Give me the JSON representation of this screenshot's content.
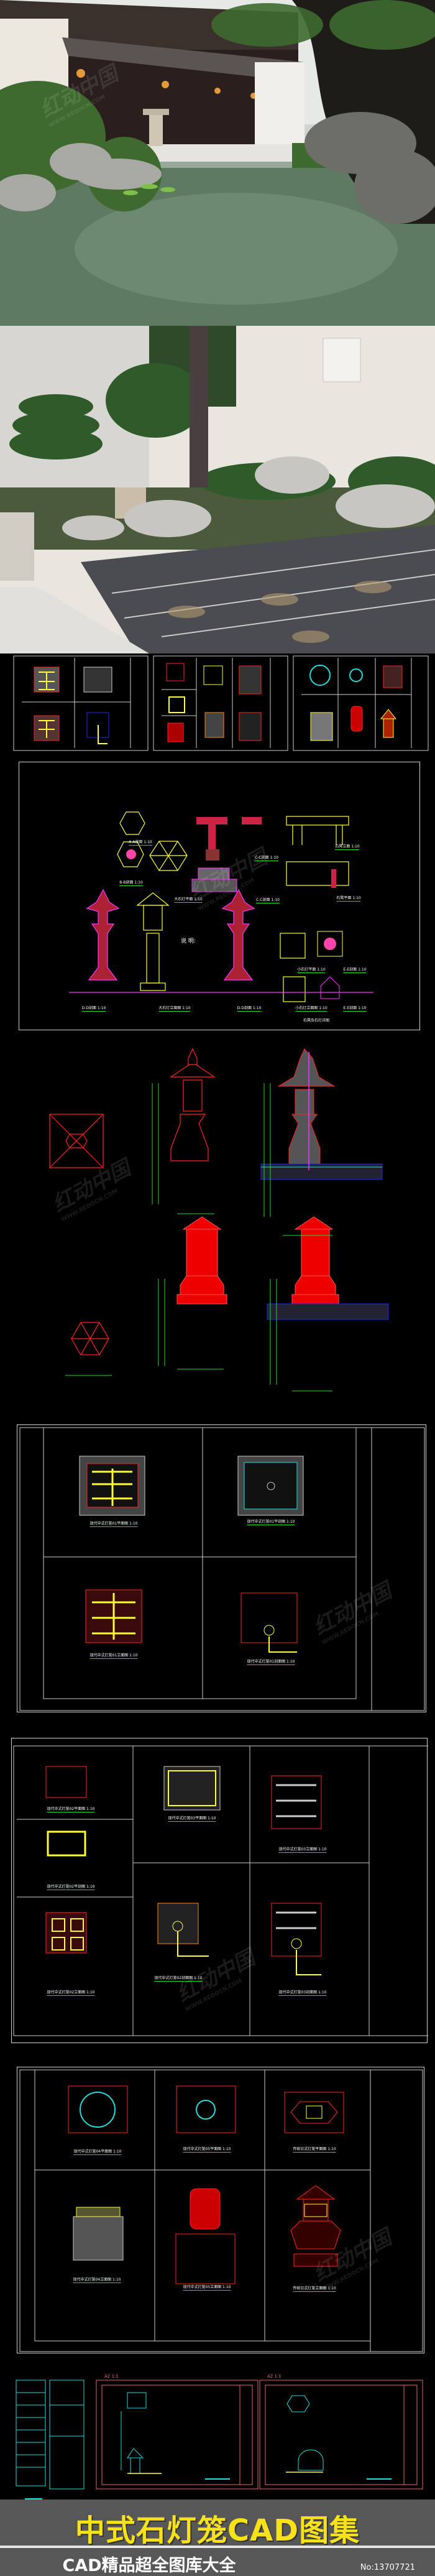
{
  "watermark": {
    "brand": "红动中国",
    "site": "WWW.REDOCN.COM"
  },
  "banner": {
    "title": "中式石灯笼CAD图集",
    "subtitle": "CAD精品超全图库大全",
    "number": "No:13707721"
  },
  "sheet_main": {
    "labels": [
      "A-A剖面 1:10",
      "B-B剖面 1:10",
      "C-C剖面 1:10",
      "石凳立面 1:10",
      "石凳平面 1:10",
      "大石灯平面 1:10",
      "C-C剖面 1:10",
      "大石灯立面图 1:10",
      "D-D剖面 1:10",
      "小石灯平面 1:10",
      "E-E剖面 1:10",
      "小石灯立面图 1:10",
      "E-E剖面 1:10",
      "石凳及石灯详图"
    ],
    "notes_title": "说 明:"
  },
  "sheet_a": {
    "labels": [
      "现代中式灯笼01平面图 1:10",
      "现代中式灯笼01平剖图 1:10",
      "现代中式灯笼01立面图 1:10",
      "现代中式灯笼01剖面图 1:10"
    ]
  },
  "sheet_b": {
    "labels": [
      "现代中式灯笼02平面图 1:10",
      "现代中式灯笼02平剖图 1:10",
      "现代中式灯笼02立面图 1:10",
      "现代中式灯笼03平面图 1:10",
      "现代中式灯笼02剖面图 1:10",
      "现代中式灯笼03立面图 1:10",
      "现代中式灯笼03剖面图 1:10"
    ]
  },
  "sheet_c": {
    "labels": [
      "现代中式灯笼04平面图 1:10",
      "现代中式灯笼05平面图 1:10",
      "传统日式灯笼平面图 1:10",
      "现代中式灯笼04立面图 1:10",
      "现代中式灯笼05立面图 1:10",
      "传统日式灯笼立面图 1:10"
    ]
  },
  "sheet_a2": {
    "scale_left": "A2   1:1",
    "scale_right": "A2   1:1"
  },
  "colors": {
    "title": "#f7e21a",
    "band": "#575757",
    "cad_green": "#22dd22",
    "cad_red": "#ff2020",
    "cad_yellow": "#ffff33",
    "cad_cyan": "#22dddd",
    "cad_magenta": "#dd33dd"
  }
}
